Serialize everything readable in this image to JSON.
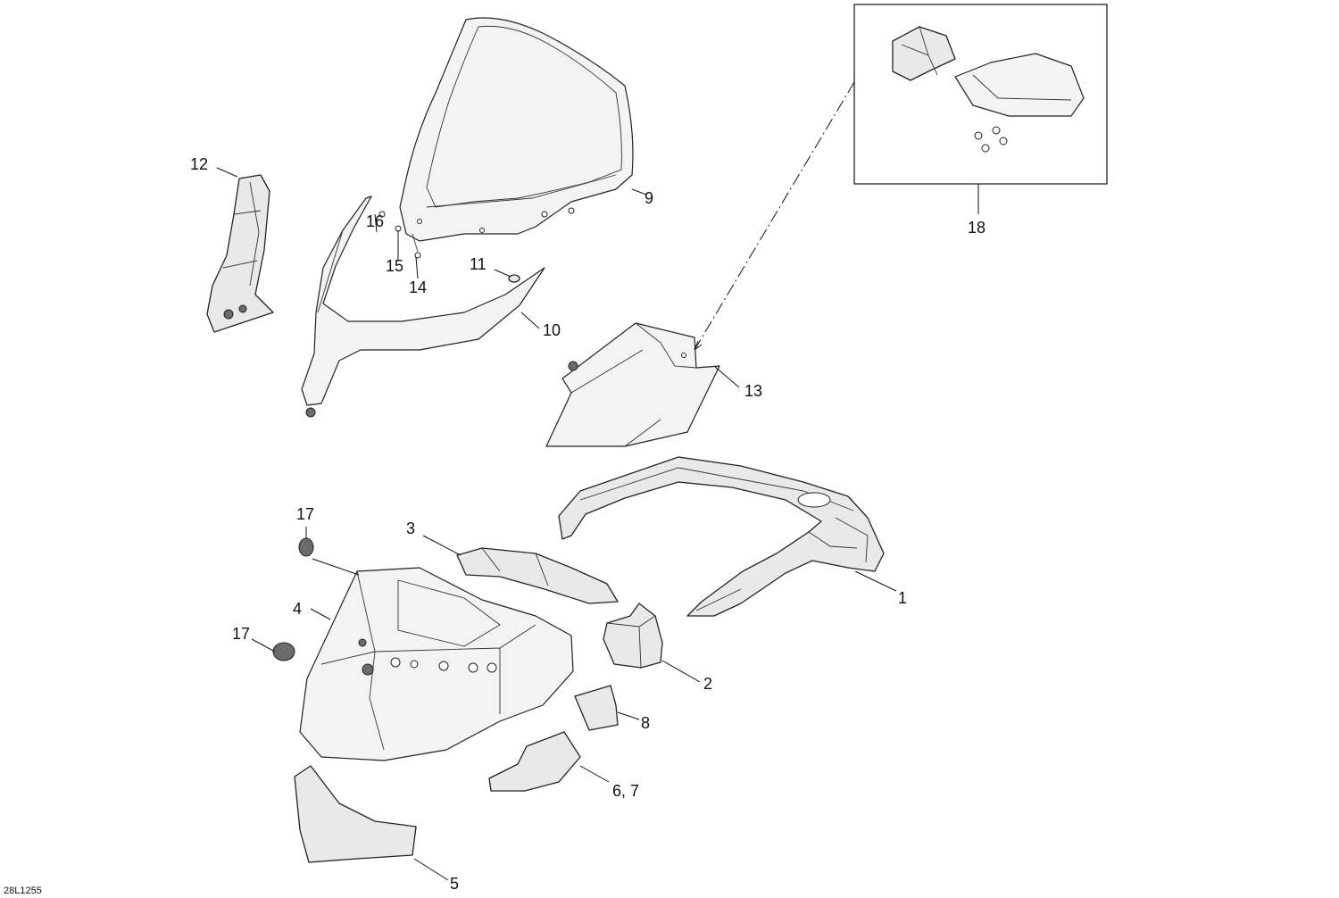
{
  "diagram_code": "28L1255",
  "callouts": [
    {
      "id": "c1",
      "text": "1"
    },
    {
      "id": "c2",
      "text": "2"
    },
    {
      "id": "c3",
      "text": "3"
    },
    {
      "id": "c4",
      "text": "4"
    },
    {
      "id": "c5",
      "text": "5"
    },
    {
      "id": "c67",
      "text": "6, 7"
    },
    {
      "id": "c8",
      "text": "8"
    },
    {
      "id": "c9",
      "text": "9"
    },
    {
      "id": "c10",
      "text": "10"
    },
    {
      "id": "c11",
      "text": "11"
    },
    {
      "id": "c12",
      "text": "12"
    },
    {
      "id": "c13",
      "text": "13"
    },
    {
      "id": "c14",
      "text": "14"
    },
    {
      "id": "c15",
      "text": "15"
    },
    {
      "id": "c16",
      "text": "16"
    },
    {
      "id": "c17a",
      "text": "17"
    },
    {
      "id": "c17b",
      "text": "17"
    },
    {
      "id": "c18",
      "text": "18"
    }
  ]
}
